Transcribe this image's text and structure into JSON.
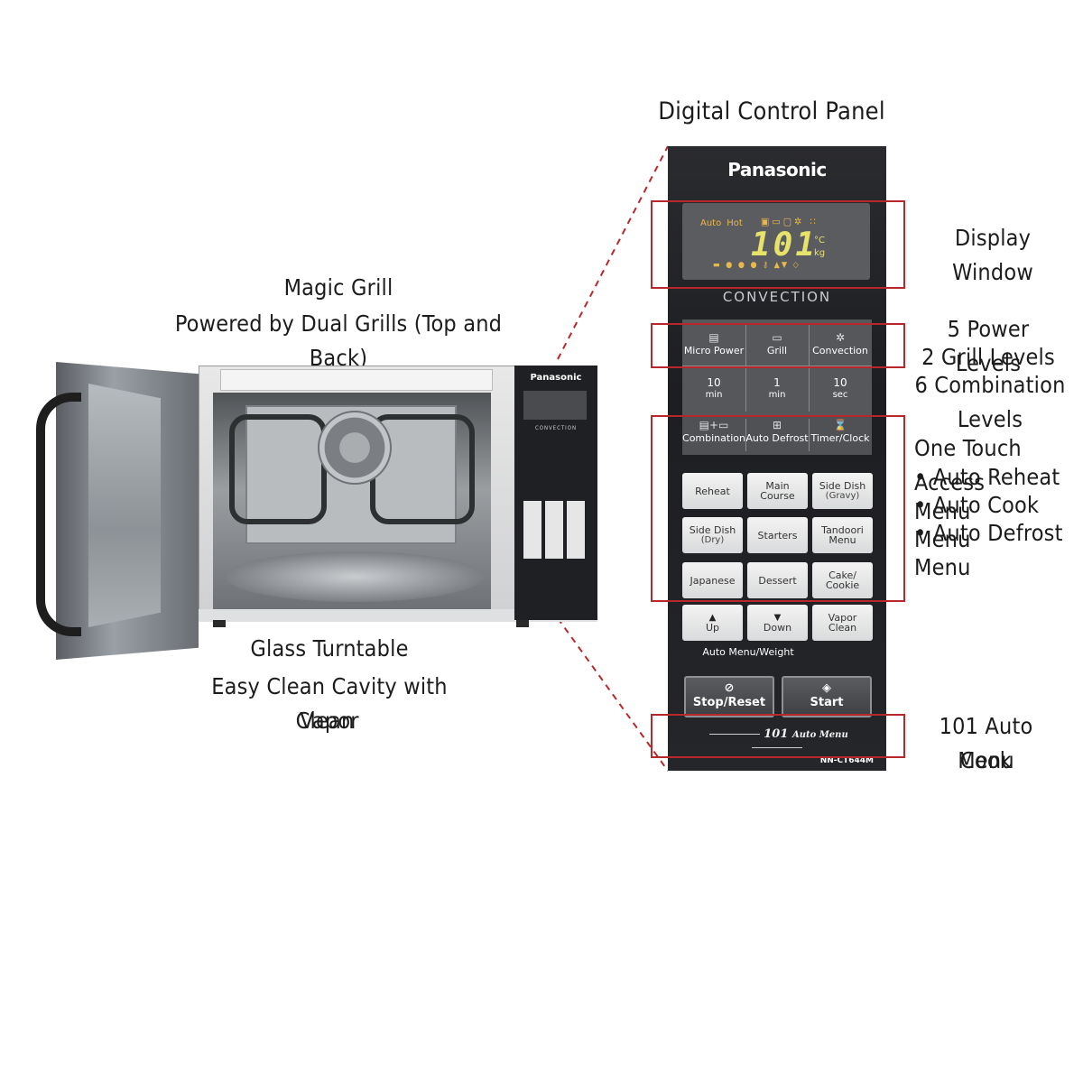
{
  "captions": {
    "panel_title": "Digital Control Panel",
    "magic_grill": "Magic Grill",
    "dual_grills": "Powered by Dual Grills (Top and Back)",
    "turntable": "Glass Turntable",
    "easy_clean": "Easy Clean Cavity with Vapor",
    "easy_clean_2": "Clean",
    "display_window": "Display Window",
    "power_levels": "5 Power Levels",
    "grill_levels": "2 Grill Levels",
    "combination_levels": "6 Combination Levels",
    "one_touch": "One Touch Access",
    "bullet_1": "Auto Reheat Menu",
    "bullet_2": "Auto Cook Menu",
    "bullet_3": "Auto Defrost Menu",
    "auto_cook_1": "101 Auto Cook",
    "auto_cook_2": "Menu"
  },
  "panel": {
    "brand": "Panasonic",
    "display": {
      "tag_auto": "Auto",
      "tag_hot": "Hot",
      "digits": "101",
      "unit_c": "°C",
      "unit_kg": "kg"
    },
    "convection": "CONVECTION",
    "mode_buttons": [
      "Micro Power",
      "Grill",
      "Convection"
    ],
    "time_buttons": [
      {
        "value": "10",
        "unit": "min"
      },
      {
        "value": "1",
        "unit": "min"
      },
      {
        "value": "10",
        "unit": "sec"
      }
    ],
    "function_buttons": [
      "Combination",
      "Auto Defrost",
      "Timer/Clock"
    ],
    "menu_keys": [
      {
        "line1": "Reheat",
        "line2": ""
      },
      {
        "line1": "Main",
        "line2": "Course"
      },
      {
        "line1": "Side Dish",
        "line2": "(Gravy)"
      },
      {
        "line1": "Side Dish",
        "line2": "(Dry)"
      },
      {
        "line1": "Starters",
        "line2": ""
      },
      {
        "line1": "Tandoori",
        "line2": "Menu"
      },
      {
        "line1": "Japanese",
        "line2": ""
      },
      {
        "line1": "Dessert",
        "line2": ""
      },
      {
        "line1": "Cake/",
        "line2": "Cookie"
      }
    ],
    "nav_keys": [
      {
        "arrow": "▲",
        "label": "Up"
      },
      {
        "arrow": "▼",
        "label": "Down"
      },
      {
        "line1": "Vapor",
        "line2": "Clean"
      }
    ],
    "auto_menu_weight": "Auto Menu/Weight",
    "stop_reset": "Stop/Reset",
    "start": "Start",
    "logo_101": "101",
    "logo_auto_menu": "Auto Menu",
    "model": "NN-CT644M"
  },
  "oven": {
    "brand": "Panasonic",
    "convection": "CONVECTION"
  },
  "colors": {
    "callout_red": "#b8282a",
    "panel_black": "#1d1e21",
    "display_amber": "#e6e26a"
  }
}
